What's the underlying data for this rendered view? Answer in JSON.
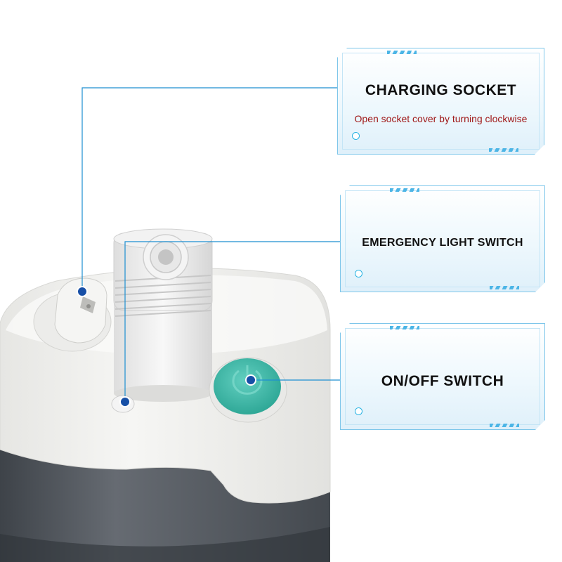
{
  "callouts": [
    {
      "title": "CHARGING SOCKET",
      "subtitle": "Open socket cover by turning clockwise"
    },
    {
      "title": "EMERGENCY LIGHT SWITCH"
    },
    {
      "title": "ON/OFF SWITCH"
    }
  ],
  "colors": {
    "leader_line": "#1d8fd1",
    "marker": "#174fa6",
    "on_off_button": "#3fb9a8",
    "device_body": "#f0f0ee",
    "device_base": "#4d5259",
    "subtitle_text": "#a01818"
  }
}
